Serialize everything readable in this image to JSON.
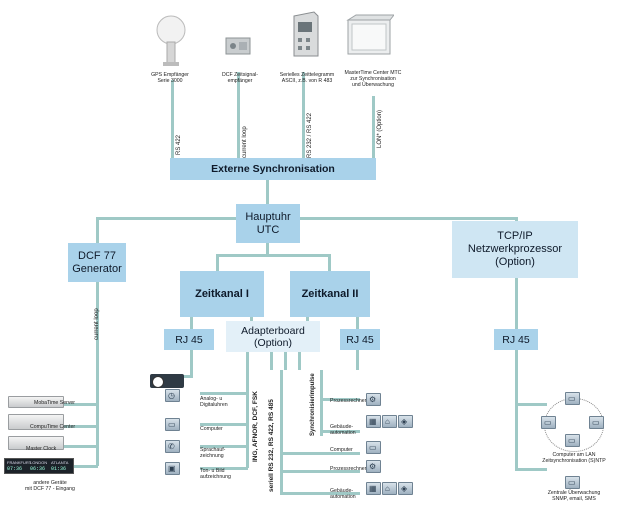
{
  "top_devices": [
    {
      "label_lines": [
        "GPS Empfänger",
        "Serie 3000"
      ]
    },
    {
      "label_lines": [
        "DCF Zeitsignal-",
        "empfänger"
      ]
    },
    {
      "label_lines": [
        "Serielles Zeittelegramm",
        "ASCII, z.B. von R 483"
      ]
    },
    {
      "label_lines": [
        "MasterTime Center MTC",
        "zur Synchronisation",
        "und Überwachung"
      ]
    }
  ],
  "top_links": [
    "RS 422",
    "current loop",
    "RS 232 / RS 422",
    "LON* (Option)"
  ],
  "externe": "Externe Synchronisation",
  "hauptuhr": [
    "Hauptuhr",
    "UTC"
  ],
  "tcpip": [
    "TCP/IP",
    "Netzwerkprozessor",
    "(Option)"
  ],
  "dcf77": [
    "DCF 77",
    "Generator"
  ],
  "current_loop_left": "current loop",
  "zeitkanal1": "Zeitkanal I",
  "zeitkanal2": "Zeitkanal II",
  "adapterboard": [
    "Adapterboard",
    "(Option)"
  ],
  "rj45": "RJ 45",
  "left_devices": [
    "MobaTime Server",
    "CompuTime Center",
    "Master Clock"
  ],
  "clock_panel": [
    "FRANKFURT",
    "LONDON",
    "ATLANTA"
  ],
  "clock_digits": [
    "07:36",
    "06:36",
    "01:36"
  ],
  "andere_geraete": [
    "andere Geräte",
    "mit DCF 77 - Eingang"
  ],
  "rotated_labels": {
    "ing": "ING, AFNOR, DCF, FSK",
    "seriell": "seriell RS 232, RS 422, RS 485",
    "sync": "Synchronisierimpulse"
  },
  "mid_icons": [
    {
      "icon": "clock-icon",
      "lines": [
        "Analog- u",
        "Digitaluhren"
      ]
    },
    {
      "icon": "computer-icon",
      "lines": [
        "Computer"
      ]
    },
    {
      "icon": "phone-icon",
      "lines": [
        "Sprachauf-",
        "zeichnung"
      ]
    },
    {
      "icon": "camera-icon",
      "lines": [
        "Ton- u Bild",
        "aufzeichnung"
      ]
    }
  ],
  "right_icons": [
    {
      "icon": "gear-icon",
      "lines": [
        "Prozessrechner"
      ]
    },
    {
      "icon": "building-icon",
      "lines": [
        "Gebäude-",
        "automation"
      ]
    },
    {
      "icon": "computer-icon",
      "lines": [
        "Computer"
      ]
    },
    {
      "icon": "gear-icon",
      "lines": [
        "Prozessrechner"
      ]
    },
    {
      "icon": "building-icon",
      "lines": [
        "Gebäude-",
        "automation"
      ]
    }
  ],
  "lan_label": [
    "Computer am LAN",
    "Zeitsynchronisation (S)NTP"
  ],
  "monitor_label": [
    "Zentrale Überwachung",
    "SNMP, email, SMS"
  ],
  "colors": {
    "box": "#a9d2ea",
    "box_light": "#cfe6f3",
    "line": "#9fc9c6"
  }
}
